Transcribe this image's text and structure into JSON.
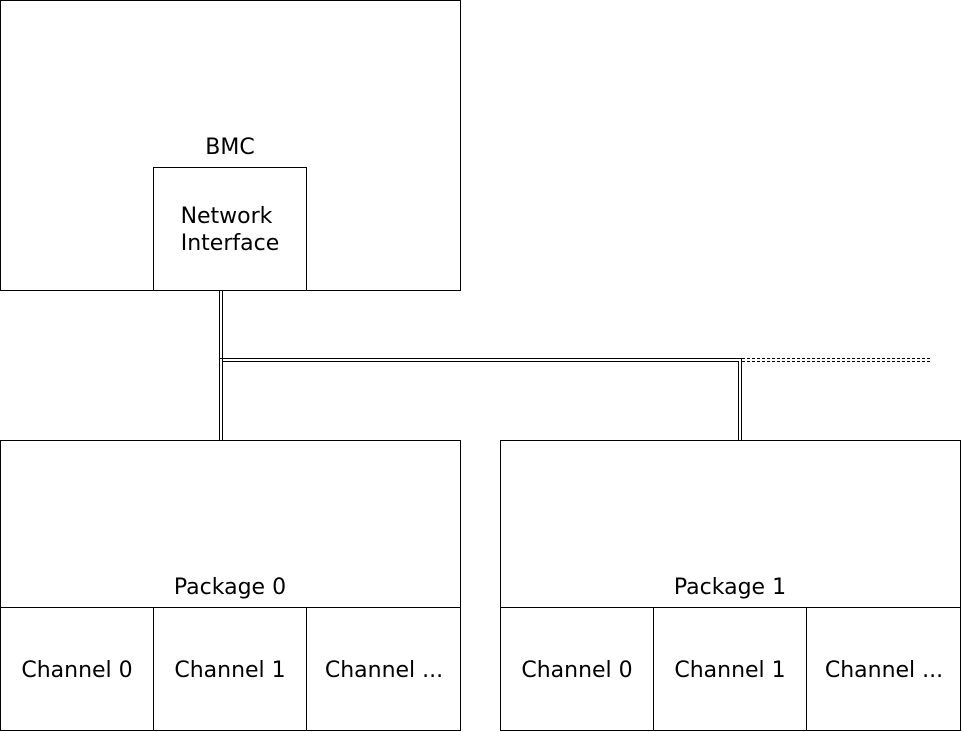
{
  "bmc": {
    "label": "BMC",
    "network_interface": {
      "line1": "Network",
      "line2": "Interface"
    }
  },
  "packages": [
    {
      "label": "Package 0",
      "channels": [
        "Channel 0",
        "Channel 1",
        "Channel ..."
      ]
    },
    {
      "label": "Package 1",
      "channels": [
        "Channel 0",
        "Channel 1",
        "Channel ..."
      ]
    }
  ]
}
